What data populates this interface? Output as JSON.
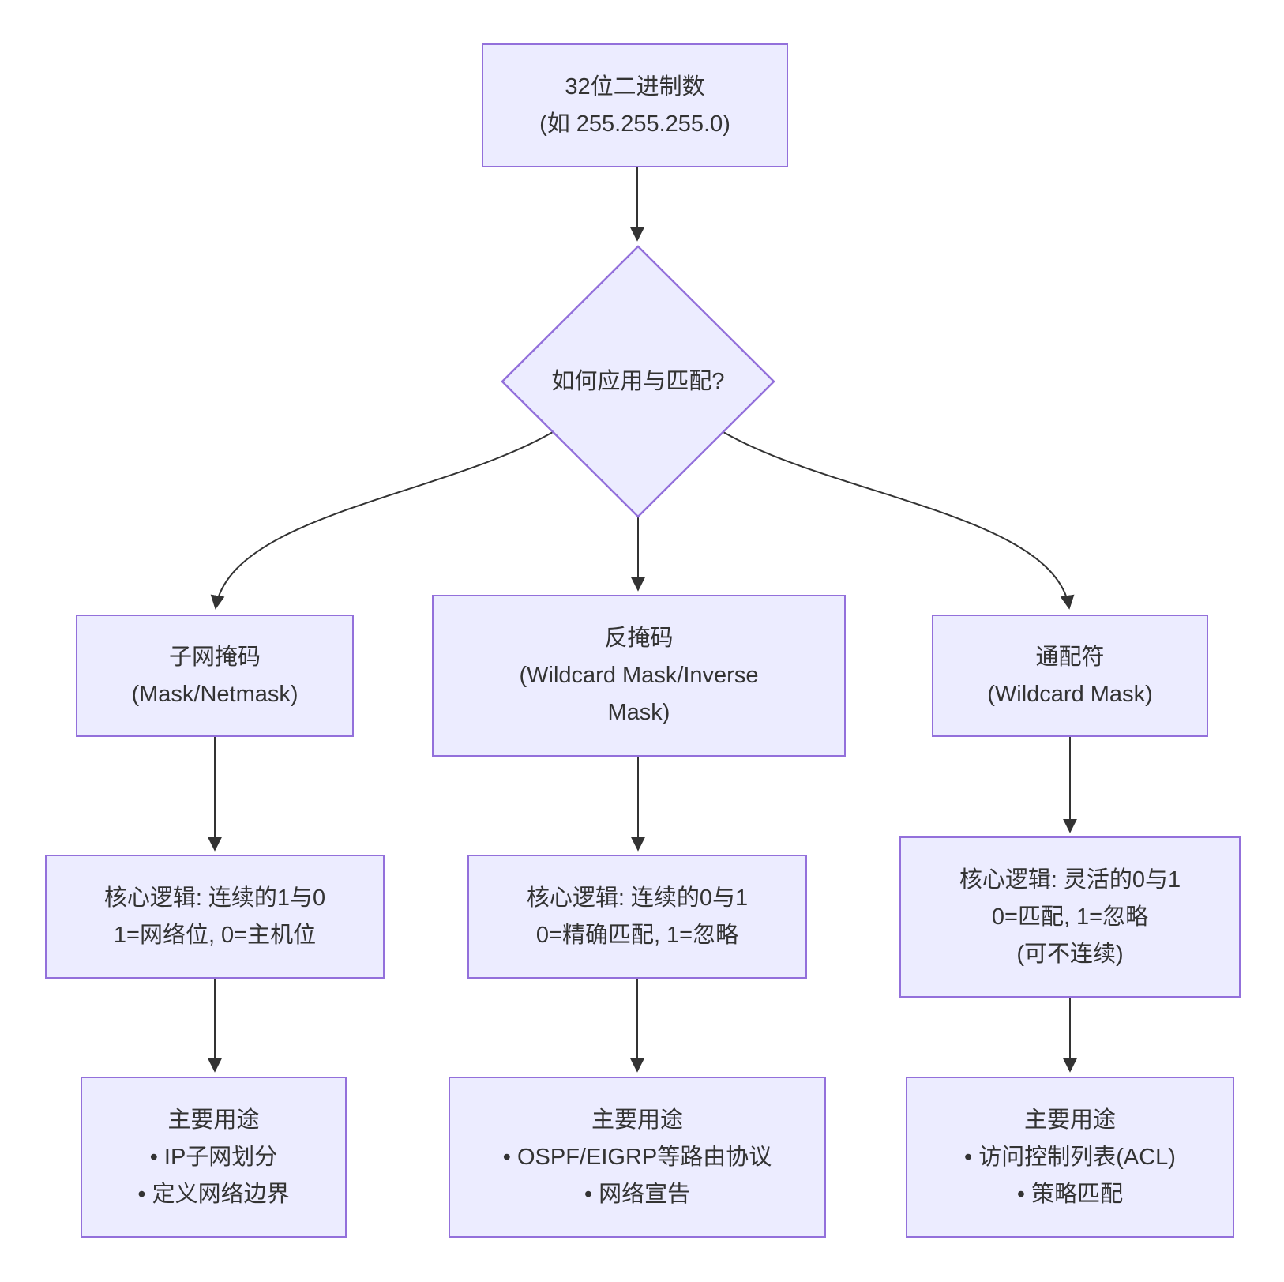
{
  "style": {
    "node_fill": "#ECECFF",
    "node_border": "#9370DB",
    "edge_color": "#333333",
    "text_color": "#333333",
    "background": "#ffffff"
  },
  "nodes": {
    "root": {
      "lines": [
        "32位二进制数",
        "(如 255.255.255.0)"
      ]
    },
    "decision": {
      "label": "如何应用与匹配?"
    },
    "subnet_title": {
      "lines": [
        "子网掩码",
        "(Mask/Netmask)"
      ]
    },
    "inverse_title": {
      "lines": [
        "反掩码",
        "(Wildcard Mask/Inverse",
        "Mask)"
      ]
    },
    "wildcard_title": {
      "lines": [
        "通配符",
        "(Wildcard Mask)"
      ]
    },
    "subnet_logic": {
      "lines": [
        "核心逻辑: 连续的1与0",
        "1=网络位, 0=主机位"
      ]
    },
    "inverse_logic": {
      "lines": [
        "核心逻辑: 连续的0与1",
        "0=精确匹配, 1=忽略"
      ]
    },
    "wildcard_logic": {
      "lines": [
        "核心逻辑: 灵活的0与1",
        "0=匹配, 1=忽略",
        "(可不连续)"
      ]
    },
    "subnet_usage": {
      "lines": [
        "主要用途",
        "• IP子网划分",
        "• 定义网络边界"
      ]
    },
    "inverse_usage": {
      "lines": [
        "主要用途",
        "• OSPF/EIGRP等路由协议",
        "• 网络宣告"
      ]
    },
    "wildcard_usage": {
      "lines": [
        "主要用途",
        "• 访问控制列表(ACL)",
        "• 策略匹配"
      ]
    }
  }
}
